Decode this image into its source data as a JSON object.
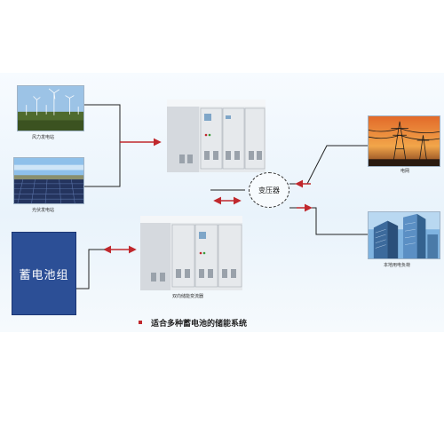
{
  "wind_farm": {
    "label": "风力发电站"
  },
  "solar_plant": {
    "label": "光伏发电站"
  },
  "battery_group": {
    "label": "蓄电池组"
  },
  "converter": {
    "label": "双向储能变流器"
  },
  "transformer": {
    "label": "变压器"
  },
  "power_grid": {
    "label": "电网"
  },
  "load": {
    "label": "本地用电负荷"
  },
  "caption": {
    "text": "适合多种蓄电池的储能系统"
  },
  "colors": {
    "arrow_red": "#c0282d",
    "line_dark": "#222222",
    "battery_blue": "#2c4f96",
    "background_band": "#e9f3fb"
  }
}
